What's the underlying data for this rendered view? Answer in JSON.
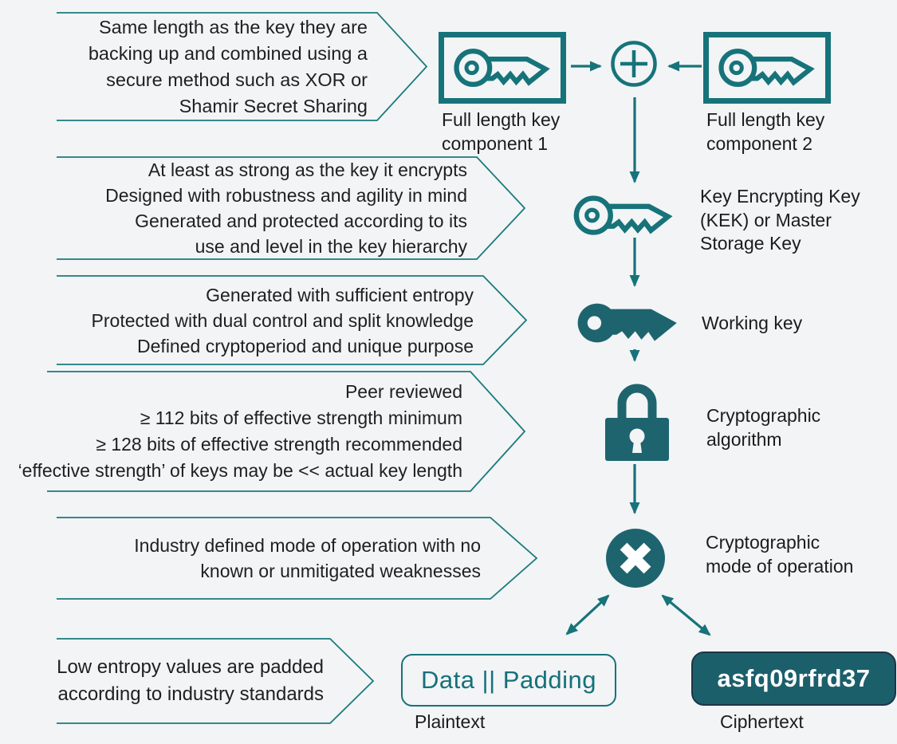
{
  "colors": {
    "background": "#f2f4f6",
    "teal_stroke": "#17737a",
    "teal_fill": "#1d646e",
    "ciphertext_fill": "#1b5f6b",
    "ciphertext_border": "#203448",
    "text": "#1c1c1c"
  },
  "callouts": [
    {
      "id": "key-components",
      "text": "Same length as the key they are\nbacking up and combined using a\nsecure method such as XOR or\nShamir Secret Sharing"
    },
    {
      "id": "kek",
      "text": "At least as strong as the key it encrypts\nDesigned with robustness and agility in mind\nGenerated and protected according to its\nuse and level in the key hierarchy"
    },
    {
      "id": "working-key",
      "text": "Generated with sufficient entropy\nProtected with dual control and split knowledge\nDefined cryptoperiod and unique purpose"
    },
    {
      "id": "algorithm",
      "text": "Peer reviewed\n≥ 112 bits of effective strength minimum\n≥ 128 bits of effective strength recommended\n‘effective strength’ of keys may be << actual key length"
    },
    {
      "id": "mode",
      "text": "Industry defined mode of operation with no\nknown or unmitigated weaknesses"
    },
    {
      "id": "padding",
      "text": "Low entropy values are padded\naccording to industry standards"
    }
  ],
  "flow": {
    "component1_label": "Full length key\ncomponent 1",
    "component2_label": "Full length key\ncomponent 2",
    "kek_label": "Key Encrypting Key\n(KEK) or Master\nStorage Key",
    "working_key_label": "Working key",
    "algorithm_label": "Cryptographic\nalgorithm",
    "mode_label": "Cryptographic\nmode of operation"
  },
  "bottom": {
    "plaintext_value": "Data || Padding",
    "plaintext_label": "Plaintext",
    "ciphertext_value": "asfq09rfrd37",
    "ciphertext_label": "Ciphertext"
  },
  "icons": {
    "component1": "key-outline-icon",
    "component2": "key-outline-icon",
    "combine": "xor-plus-icon",
    "kek": "key-outline-icon",
    "working_key": "key-solid-icon",
    "algorithm": "padlock-icon",
    "mode": "x-circle-icon"
  }
}
